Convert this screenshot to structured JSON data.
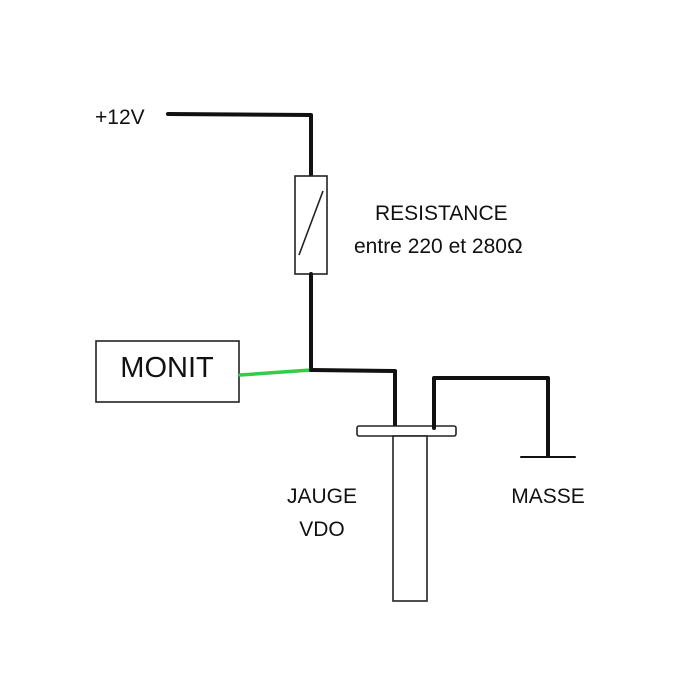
{
  "labels": {
    "supply": "+12V",
    "resistance_title": "RESISTANCE",
    "resistance_value": "entre 220 et 280Ω",
    "monitor": "MONIT",
    "gauge_line1": "JAUGE",
    "gauge_line2": "VDO",
    "ground": "MASSE"
  },
  "colors": {
    "wire": "#111111",
    "monitor_wire": "#33cc44",
    "background": "#ffffff"
  }
}
